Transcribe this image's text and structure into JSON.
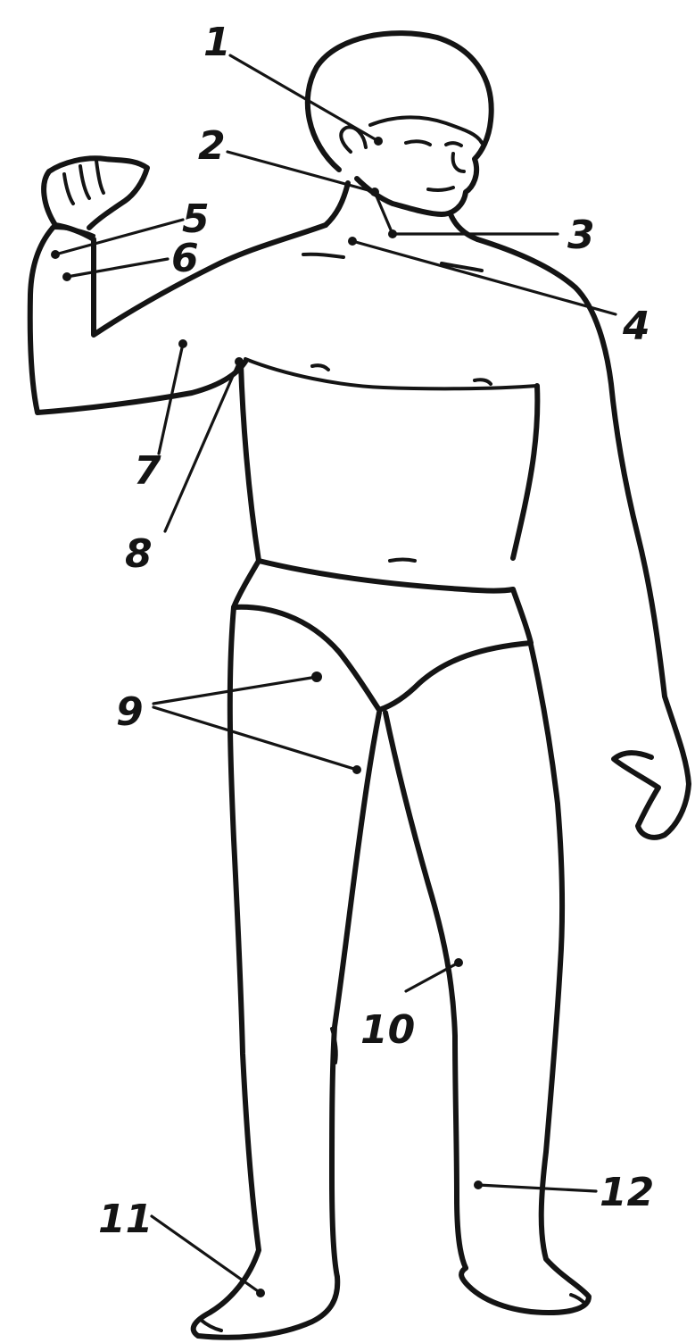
{
  "labels": {
    "l1": "1",
    "l2": "2",
    "l3": "3",
    "l4": "4",
    "l5": "5",
    "l6": "6",
    "l7": "7",
    "l8": "8",
    "l9": "9",
    "l10": "10",
    "l11": "11",
    "l12": "12"
  },
  "colors": {
    "ink": "#141414",
    "paper": "#ffffff"
  }
}
